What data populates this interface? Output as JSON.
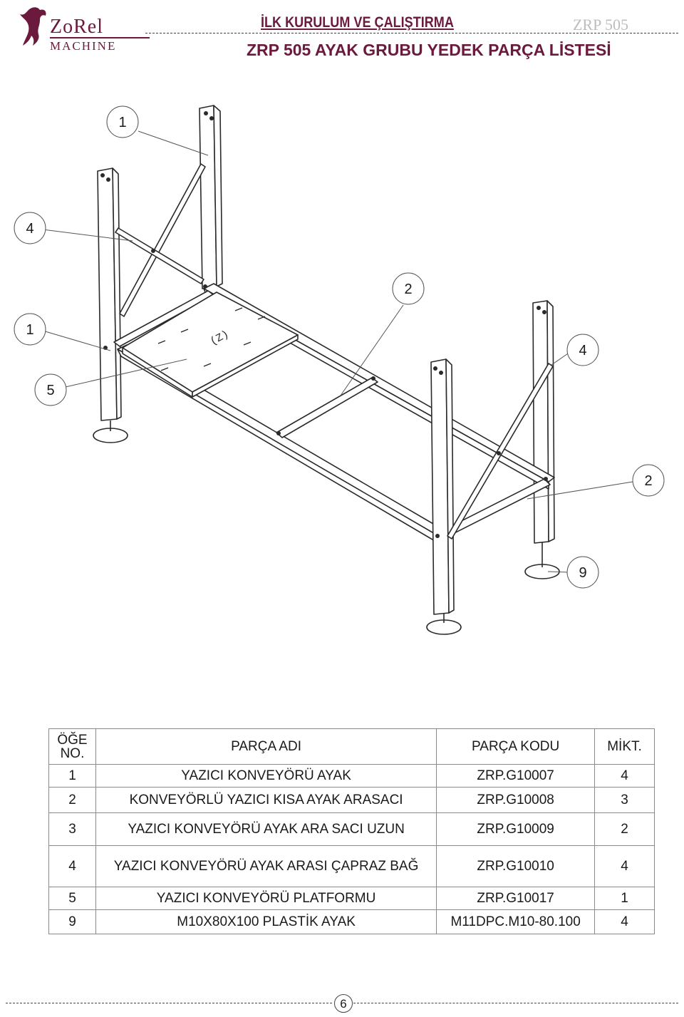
{
  "header": {
    "brand_top": "ZoRel",
    "brand_bottom": "MACHINE",
    "section_title": "İLK KURULUM VE ÇALIŞTIRMA",
    "model_code": "ZRP 505",
    "page_heading": "ZRP 505 AYAK GRUBU YEDEK PARÇA LİSTESİ"
  },
  "drawing": {
    "callouts": [
      "1",
      "4",
      "2",
      "1",
      "4",
      "5",
      "2",
      "9"
    ],
    "platform_mark": "(Z)"
  },
  "parts_table": {
    "headers": [
      "ÖĞE NO.",
      "PARÇA ADI",
      "PARÇA KODU",
      "MİKT."
    ],
    "rows": [
      {
        "item": "1",
        "name": "YAZICI KONVEYÖRÜ AYAK",
        "code": "ZRP.G10007",
        "qty": "4"
      },
      {
        "item": "2",
        "name": "KONVEYÖRLÜ YAZICI KISA AYAK ARASACI",
        "code": "ZRP.G10008",
        "qty": "3"
      },
      {
        "item": "3",
        "name": "YAZICI KONVEYÖRÜ AYAK ARA SACI UZUN",
        "code": "ZRP.G10009",
        "qty": "2"
      },
      {
        "item": "4",
        "name": "YAZICI KONVEYÖRÜ AYAK ARASI ÇAPRAZ BAĞ",
        "code": "ZRP.G10010",
        "qty": "4"
      },
      {
        "item": "5",
        "name": "YAZICI KONVEYÖRÜ PLATFORMU",
        "code": "ZRP.G10017",
        "qty": "1"
      },
      {
        "item": "9",
        "name": "M10X80X100 PLASTİK AYAK",
        "code": "M11DPC.M10-80.100",
        "qty": "4"
      }
    ]
  },
  "footer": {
    "page_number": "6"
  }
}
